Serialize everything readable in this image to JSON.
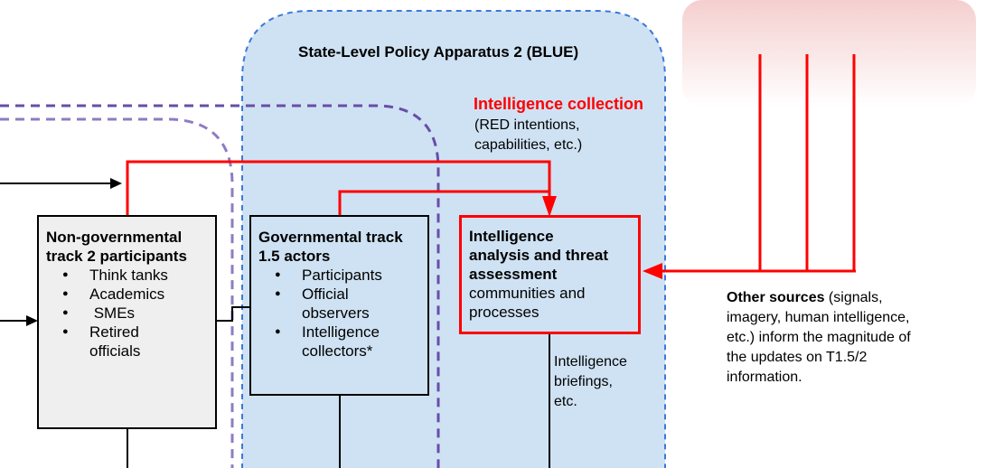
{
  "colors": {
    "blue_region": "#cfe2f3",
    "blue_dash": "#3c78d8",
    "purple_dash": "#674ea7",
    "pink_region": "#f4cccc",
    "red": "#ff0000",
    "gray_box": "#efefef"
  },
  "blue_region": {
    "title": "State-Level Policy Apparatus 2 (BLUE)"
  },
  "intel_collection": {
    "title": "Intelligence collection",
    "desc": [
      "(RED intentions,",
      "capabilities, etc.)"
    ]
  },
  "ngo_box": {
    "title": [
      "Non-governmental",
      "track 2 participants"
    ],
    "items": [
      [
        "Think tanks"
      ],
      [
        "Academics"
      ],
      [
        " SMEs"
      ],
      [
        "Retired",
        "officials"
      ]
    ]
  },
  "gov_box": {
    "title": [
      "Governmental track",
      "1.5 actors"
    ],
    "items": [
      [
        "Participants"
      ],
      [
        "Official",
        "observers"
      ],
      [
        "Intelligence",
        "collectors*"
      ]
    ]
  },
  "analysis_box": {
    "title": [
      "Intelligence",
      "analysis and threat",
      "assessment"
    ],
    "body": [
      "communities and",
      "processes"
    ]
  },
  "briefings": [
    "Intelligence",
    "briefings,",
    "etc."
  ],
  "other_sources": {
    "bold": "Other sources",
    "lines": [
      " (signals,",
      "imagery, human intelligence,",
      "etc.) inform the magnitude of",
      "the updates on T1.5/2",
      "information."
    ]
  }
}
